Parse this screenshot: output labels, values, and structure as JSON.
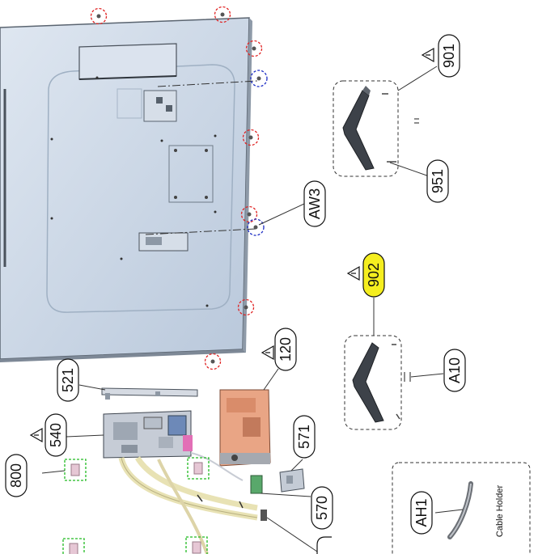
{
  "parts": {
    "p901": "901",
    "p951": "951",
    "aw3": "AW3",
    "p902": "902",
    "p120": "120",
    "p521": "521",
    "p540": "540",
    "p571": "571",
    "a10": "A10",
    "p800": "800",
    "p570": "570",
    "ah1": "AH1"
  },
  "cable_holder_caption": "Cable Holder",
  "colors": {
    "panel": "#c9d6e6",
    "highlight": "#f5ee1f",
    "screw_ring_red": "#e02424",
    "screw_ring_blue": "#1c2cc4",
    "clip_box_green": "#22bb22",
    "psu_board": "#e9a585"
  }
}
